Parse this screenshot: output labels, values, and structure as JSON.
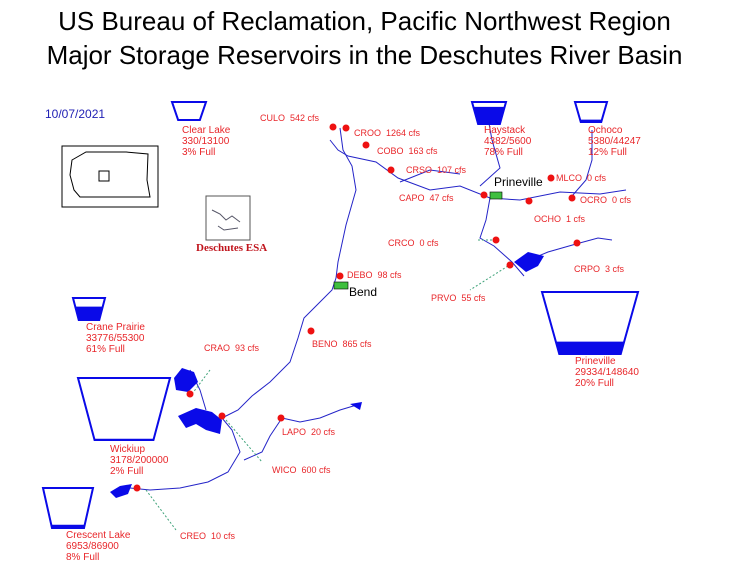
{
  "title_line1": "US Bureau of Reclamation, Pacific Northwest Region",
  "title_line2": "Major Storage Reservoirs in the Deschutes River Basin",
  "date": "10/07/2021",
  "esa_label": "Deschutes ESA",
  "towns": {
    "prineville": "Prineville",
    "bend": "Bend"
  },
  "colors": {
    "water": "#0a0ae8",
    "station": "#ee1111",
    "label": "#e8262a",
    "leader": "#3fa37a"
  },
  "reservoirs": [
    {
      "id": "clear-lake",
      "name": "Clear Lake",
      "storage": "330/13100",
      "full": "3% Full",
      "pct": 0.03
    },
    {
      "id": "haystack",
      "name": "Haystack",
      "storage": "4382/5600",
      "full": "78% Full",
      "pct": 0.78
    },
    {
      "id": "ochoco",
      "name": "Ochoco",
      "storage": "5380/44247",
      "full": "12% Full",
      "pct": 0.12
    },
    {
      "id": "crane-prairie",
      "name": "Crane Prairie",
      "storage": "33776/55300",
      "full": "61% Full",
      "pct": 0.61
    },
    {
      "id": "prineville",
      "name": "Prineville",
      "storage": "29334/148640",
      "full": "20% Full",
      "pct": 0.2
    },
    {
      "id": "wickiup",
      "name": "Wickiup",
      "storage": "3178/200000",
      "full": "2% Full",
      "pct": 0.02
    },
    {
      "id": "crescent-lake",
      "name": "Crescent Lake",
      "storage": "6953/86900",
      "full": "8% Full",
      "pct": 0.08
    }
  ],
  "stations": [
    {
      "id": "culo",
      "code": "CULO",
      "flow": "542 cfs"
    },
    {
      "id": "croo",
      "code": "CROO",
      "flow": "1264 cfs"
    },
    {
      "id": "cobo",
      "code": "COBO",
      "flow": "163 cfs"
    },
    {
      "id": "crso",
      "code": "CRSO",
      "flow": "107 cfs"
    },
    {
      "id": "capo",
      "code": "CAPO",
      "flow": "47 cfs"
    },
    {
      "id": "mlco",
      "code": "MLCO",
      "flow": "0 cfs"
    },
    {
      "id": "ocro",
      "code": "OCRO",
      "flow": "0 cfs"
    },
    {
      "id": "ocho",
      "code": "OCHO",
      "flow": "1 cfs"
    },
    {
      "id": "crco",
      "code": "CRCO",
      "flow": "0 cfs"
    },
    {
      "id": "crpo",
      "code": "CRPO",
      "flow": "3 cfs"
    },
    {
      "id": "prvo",
      "code": "PRVO",
      "flow": "55 cfs"
    },
    {
      "id": "debo",
      "code": "DEBO",
      "flow": "98 cfs"
    },
    {
      "id": "beno",
      "code": "BENO",
      "flow": "865 cfs"
    },
    {
      "id": "crao",
      "code": "CRAO",
      "flow": "93 cfs"
    },
    {
      "id": "lapo",
      "code": "LAPO",
      "flow": "20 cfs"
    },
    {
      "id": "wico",
      "code": "WICO",
      "flow": "600 cfs"
    },
    {
      "id": "creo",
      "code": "CREO",
      "flow": "10 cfs"
    }
  ]
}
